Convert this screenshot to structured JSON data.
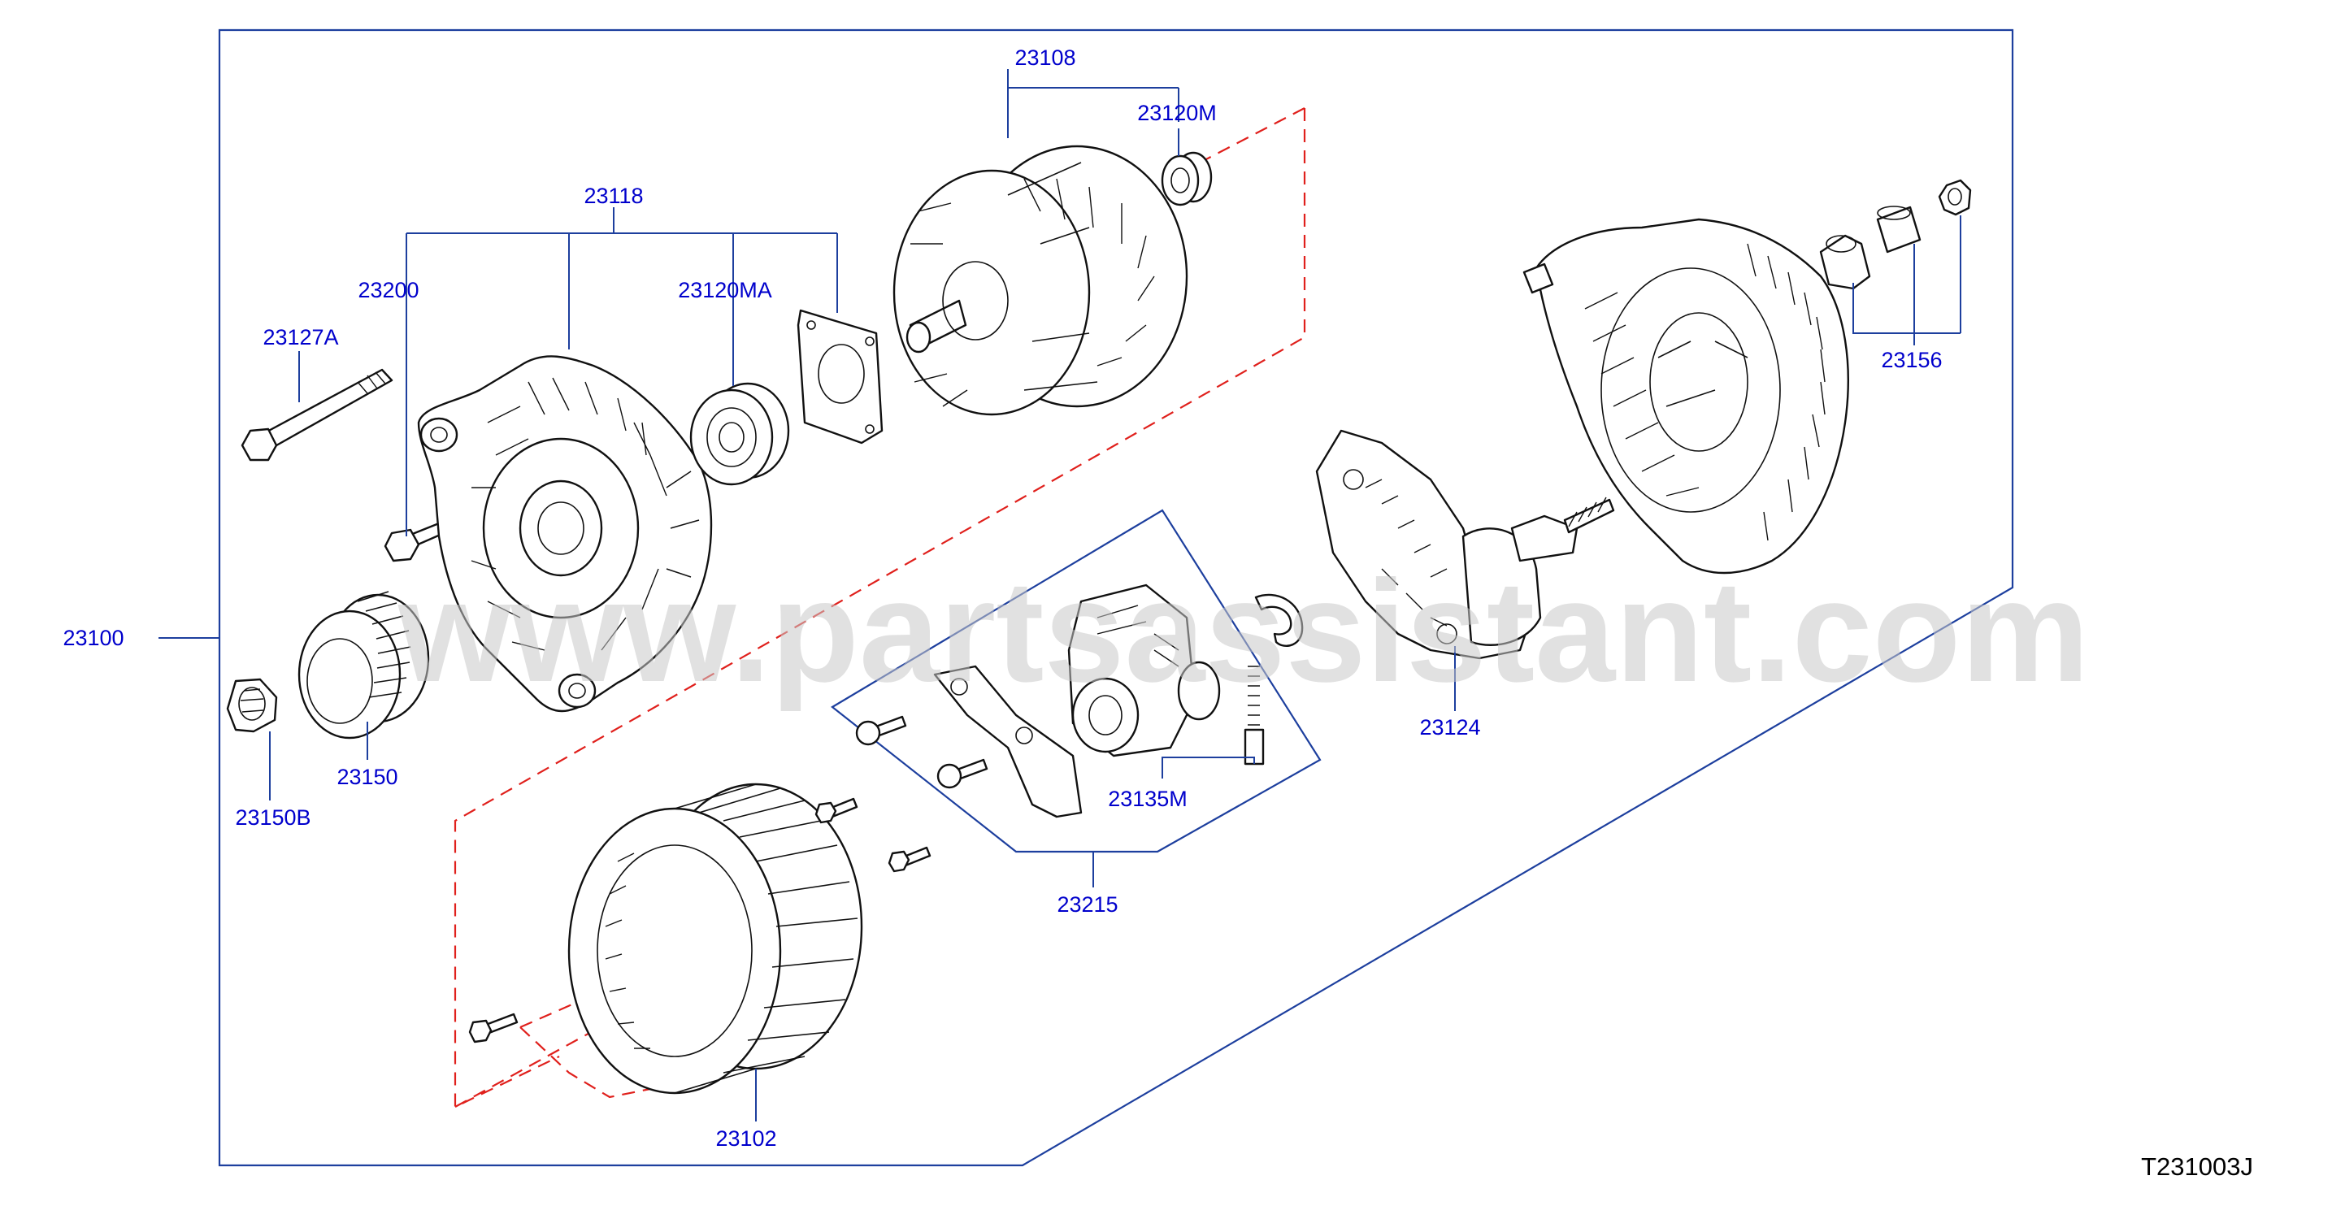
{
  "watermark": "www.partsassistant.com",
  "diagram_id": "T231003J",
  "colors": {
    "label": "#0000cc",
    "leader": "#1d3f9e",
    "dashed_outline": "#e0201c"
  },
  "labels": {
    "p23108": "23108",
    "p23120M": "23120M",
    "p23118": "23118",
    "p23200": "23200",
    "p23120MA": "23120MA",
    "p23127A": "23127A",
    "p23156": "23156",
    "p23100": "23100",
    "p23124": "23124",
    "p23150": "23150",
    "p23150B": "23150B",
    "p23135M": "23135M",
    "p23215": "23215",
    "p23102": "23102"
  }
}
